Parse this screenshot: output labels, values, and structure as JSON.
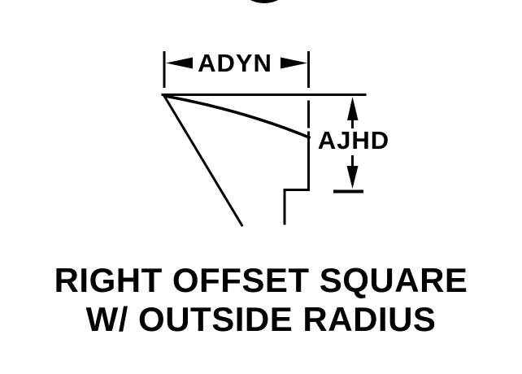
{
  "diagram": {
    "kind": "tool-bit-profile-diagram",
    "labels": {
      "width_dimension": "ADYN",
      "height_dimension": "AJHD"
    },
    "caption": {
      "line1": "RIGHT OFFSET SQUARE",
      "line2": "W/ OUTSIDE RADIUS"
    },
    "colors": {
      "ink": "#000000",
      "background": "#ffffff"
    }
  }
}
